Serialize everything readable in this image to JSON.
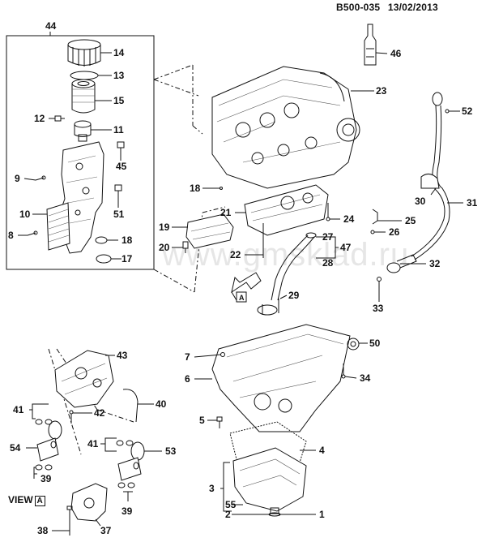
{
  "header": {
    "code": "B500-035",
    "date": "13/02/2013"
  },
  "watermark": "www.gmsklad.ru",
  "view_label": {
    "text": "VIEW",
    "letter": "A"
  },
  "arrow_marker_letter": "A",
  "callouts": [
    {
      "id": "44",
      "label": "44"
    },
    {
      "id": "14",
      "label": "14"
    },
    {
      "id": "13",
      "label": "13"
    },
    {
      "id": "15",
      "label": "15"
    },
    {
      "id": "12",
      "label": "12"
    },
    {
      "id": "11",
      "label": "11"
    },
    {
      "id": "45",
      "label": "45"
    },
    {
      "id": "9",
      "label": "9"
    },
    {
      "id": "51",
      "label": "51"
    },
    {
      "id": "10",
      "label": "10"
    },
    {
      "id": "8",
      "label": "8"
    },
    {
      "id": "18a",
      "label": "18"
    },
    {
      "id": "17",
      "label": "17"
    },
    {
      "id": "46",
      "label": "46"
    },
    {
      "id": "23",
      "label": "23"
    },
    {
      "id": "52",
      "label": "52"
    },
    {
      "id": "18b",
      "label": "18"
    },
    {
      "id": "30",
      "label": "30"
    },
    {
      "id": "31",
      "label": "31"
    },
    {
      "id": "21",
      "label": "21"
    },
    {
      "id": "24",
      "label": "24"
    },
    {
      "id": "25",
      "label": "25"
    },
    {
      "id": "19",
      "label": "19"
    },
    {
      "id": "26",
      "label": "26"
    },
    {
      "id": "20",
      "label": "20"
    },
    {
      "id": "27",
      "label": "27"
    },
    {
      "id": "47",
      "label": "47"
    },
    {
      "id": "22",
      "label": "22"
    },
    {
      "id": "28",
      "label": "28"
    },
    {
      "id": "32",
      "label": "32"
    },
    {
      "id": "29",
      "label": "29"
    },
    {
      "id": "33",
      "label": "33"
    },
    {
      "id": "43",
      "label": "43"
    },
    {
      "id": "50",
      "label": "50"
    },
    {
      "id": "7",
      "label": "7"
    },
    {
      "id": "6",
      "label": "6"
    },
    {
      "id": "34",
      "label": "34"
    },
    {
      "id": "40",
      "label": "40"
    },
    {
      "id": "41a",
      "label": "41"
    },
    {
      "id": "42",
      "label": "42"
    },
    {
      "id": "5",
      "label": "5"
    },
    {
      "id": "54",
      "label": "54"
    },
    {
      "id": "41b",
      "label": "41"
    },
    {
      "id": "53",
      "label": "53"
    },
    {
      "id": "4",
      "label": "4"
    },
    {
      "id": "39a",
      "label": "39"
    },
    {
      "id": "39b",
      "label": "39"
    },
    {
      "id": "3",
      "label": "3"
    },
    {
      "id": "55",
      "label": "55"
    },
    {
      "id": "2",
      "label": "2"
    },
    {
      "id": "1",
      "label": "1"
    },
    {
      "id": "38",
      "label": "38"
    },
    {
      "id": "37",
      "label": "37"
    }
  ]
}
